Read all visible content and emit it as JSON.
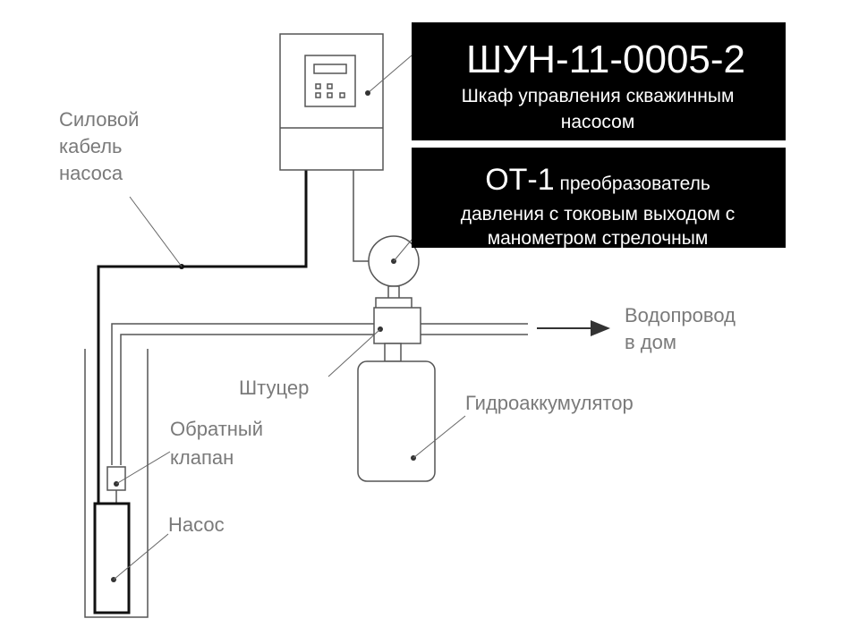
{
  "labels": {
    "cable_line1": "Силовой",
    "cable_line2": "кабель",
    "cable_line3": "насоса",
    "water_line1": "Водопровод",
    "water_line2": "в дом",
    "fitting": "Штуцер",
    "accumulator": "Гидроаккумулятор",
    "valve_line1": "Обратный",
    "valve_line2": "клапан",
    "pump": "Насос"
  },
  "box1": {
    "model": "ШУН-11-0005-2",
    "desc_line1": "Шкаф управления скважинным",
    "desc_line2": "насосом"
  },
  "box2": {
    "model": "ОТ-1",
    "desc_line1_tail": " преобразователь",
    "desc_line2": "давления с токовым выходом с",
    "desc_line3": "манометром стрелочным"
  },
  "colors": {
    "label_text": "#7a7a7a",
    "box_background": "#000000",
    "box_text": "#ffffff",
    "line": "#555555"
  }
}
